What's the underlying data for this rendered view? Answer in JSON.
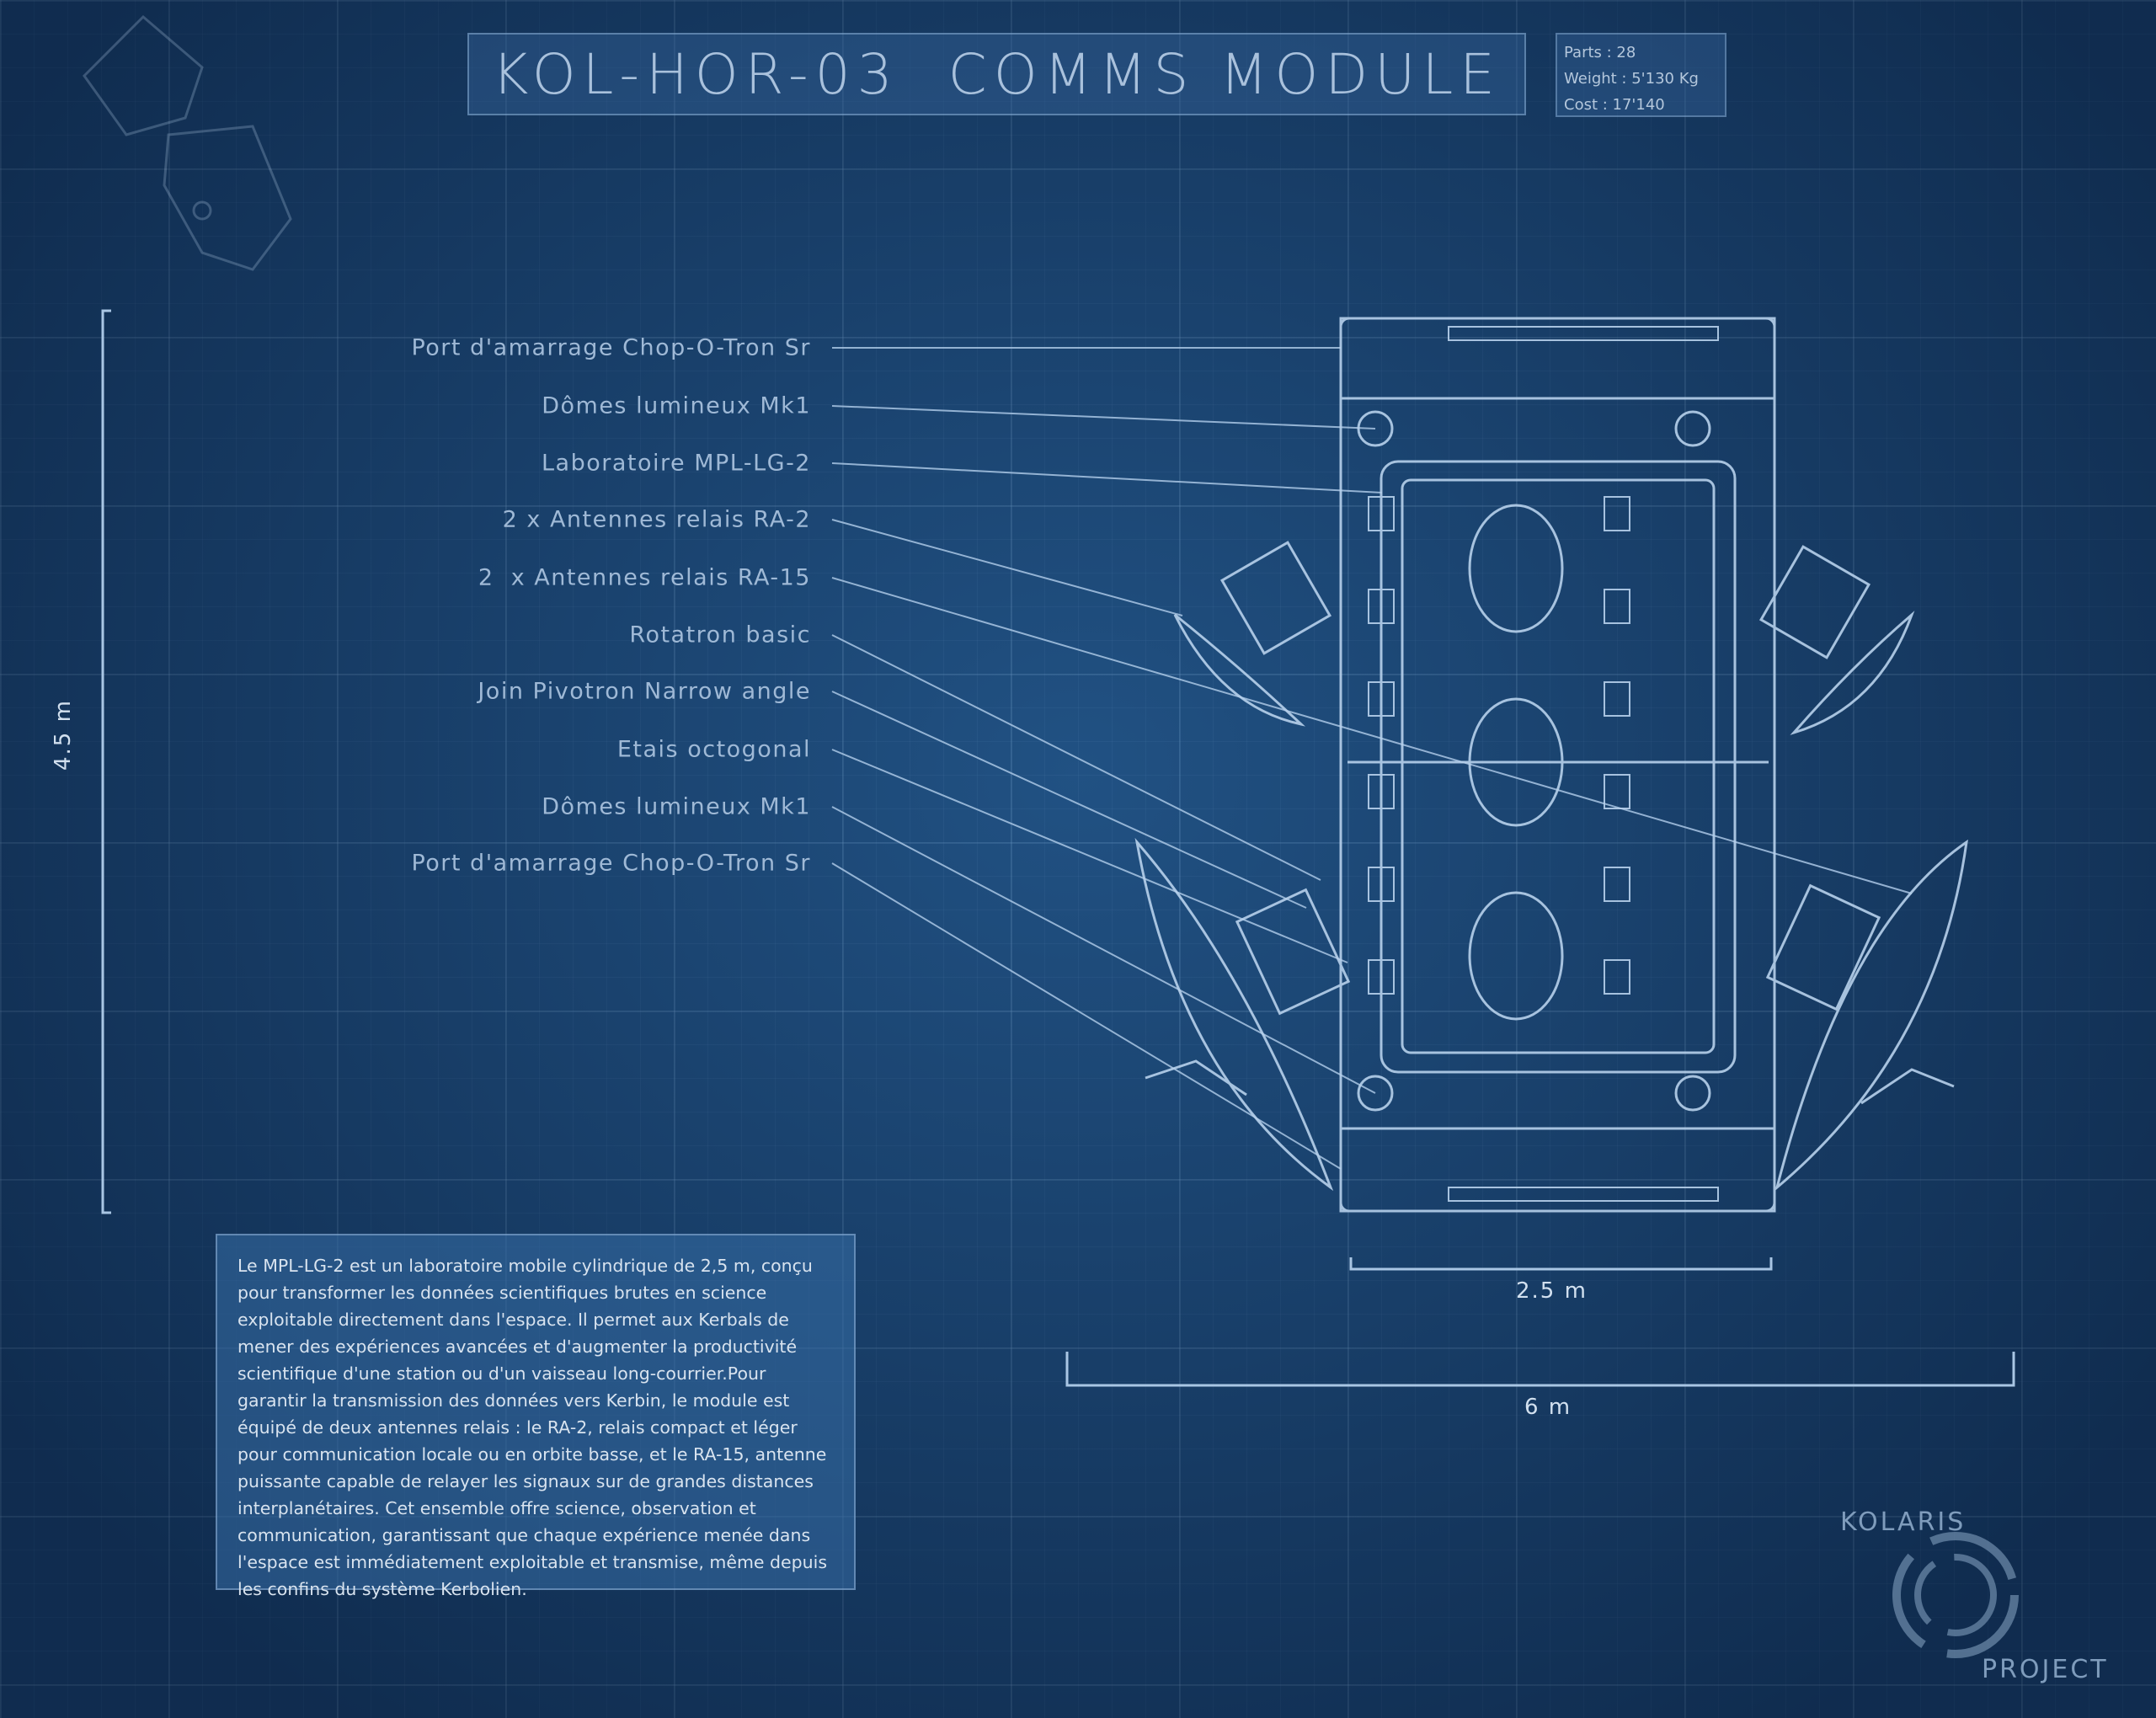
{
  "title": "KOL-HOR-03  COMMS MODULE",
  "stats": {
    "parts": "Parts : 28",
    "weight": "Weight : 5'130 Kg",
    "cost": "Cost : 17'140"
  },
  "labels": [
    "Port d'amarrage Chop-O-Tron Sr",
    "Dômes lumineux Mk1",
    "Laboratoire MPL-LG-2",
    "2 x Antennes relais RA-2",
    "2  x Antennes relais RA-15",
    "Rotatron basic",
    "Join Pivotron Narrow angle",
    "Etais octogonal",
    "Dômes lumineux Mk1",
    "Port d'amarrage Chop-O-Tron Sr"
  ],
  "dimensions": {
    "height": "4.5 m",
    "width_inner": "2.5 m",
    "width_outer": "6 m"
  },
  "description": "Le MPL-LG-2 est un laboratoire mobile cylindrique de 2,5 m, conçu pour transformer les données scientifiques brutes en science exploitable directement dans l'espace. Il permet aux Kerbals de mener des expériences avancées et d'augmenter la productivité scientifique d'une station ou d'un vaisseau long-courrier.Pour garantir la transmission des données vers Kerbin, le module est équipé de deux antennes relais : le RA-2, relais compact et léger pour communication locale ou en orbite basse, et le RA-15, antenne puissante capable de relayer les signaux sur de grandes distances interplanétaires. Cet ensemble offre science, observation et communication, garantissant que chaque expérience menée dans l'espace est immédiatement exploitable et transmise, même depuis les confins du système Kerbolien.",
  "logo": {
    "top": "KOLARIS",
    "bottom": "PROJECT"
  },
  "colors": {
    "background": "#1d4a79",
    "line": "#a9c6e4",
    "text": "#b9cfe6"
  }
}
